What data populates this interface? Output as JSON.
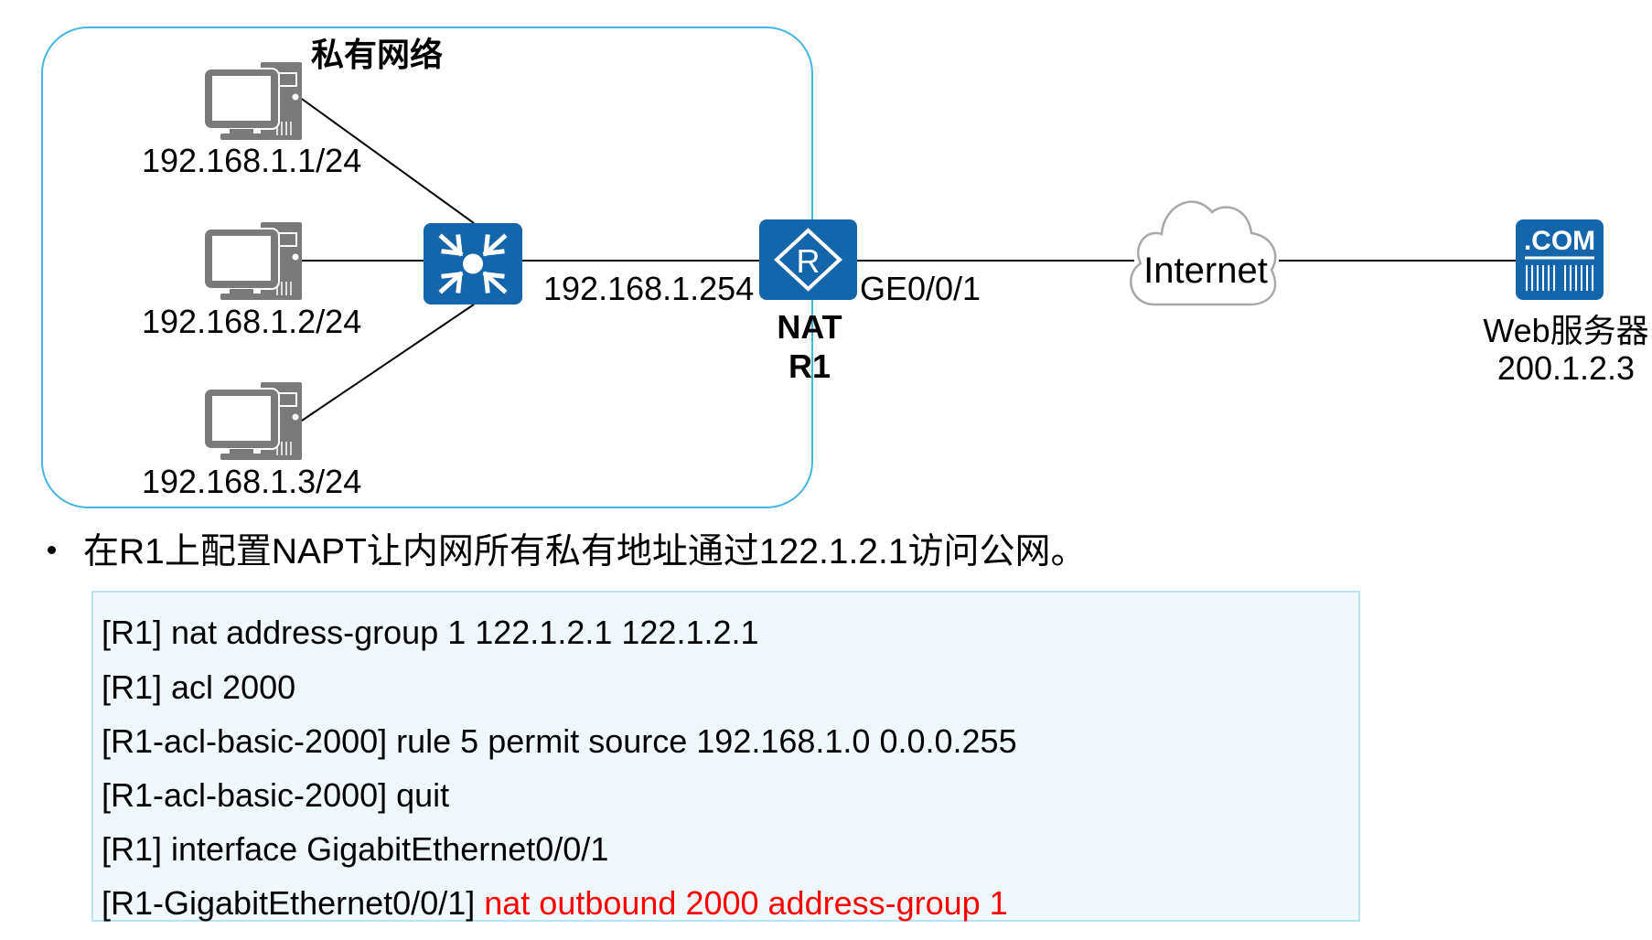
{
  "colors": {
    "device_blue": "#1565ab",
    "pc_gray": "#7a7a7a",
    "boundary_blue": "#45b5e3",
    "cloud_gray": "#a8a8a8",
    "code_bg": "#f1f8fc",
    "code_border": "#b8e2f4",
    "highlight_red": "#ff0000"
  },
  "private_network": {
    "title": "私有网络",
    "hosts": [
      {
        "ip": "192.168.1.1/24",
        "icon": "pc-icon"
      },
      {
        "ip": "192.168.1.2/24",
        "icon": "pc-icon"
      },
      {
        "ip": "192.168.1.3/24",
        "icon": "pc-icon"
      }
    ],
    "switch_icon": "switch-icon"
  },
  "router": {
    "inside_ip": "192.168.1.254",
    "outside_interface": "GE0/0/1",
    "role": "NAT",
    "name": "R1",
    "icon_letter": "R"
  },
  "internet": {
    "label": "Internet",
    "icon": "cloud-icon"
  },
  "web_server": {
    "icon_text": ".COM",
    "label": "Web服务器",
    "ip": "200.1.2.3"
  },
  "bullet": "在R1上配置NAPT让内网所有私有地址通过122.1.2.1访问公网。",
  "config": {
    "lines": [
      {
        "prompt": "[R1]",
        "cmd": " nat address-group 1 122.1.2.1 122.1.2.1",
        "highlight": ""
      },
      {
        "prompt": "[R1]",
        "cmd": " acl 2000",
        "highlight": ""
      },
      {
        "prompt": "[R1-acl-basic-2000]",
        "cmd": " rule 5 permit source 192.168.1.0 0.0.0.255",
        "highlight": ""
      },
      {
        "prompt": "[R1-acl-basic-2000]",
        "cmd": " quit",
        "highlight": ""
      },
      {
        "prompt": "[R1]",
        "cmd": " interface GigabitEthernet0/0/1",
        "highlight": ""
      },
      {
        "prompt": "[R1-GigabitEthernet0/0/1]",
        "cmd": " ",
        "highlight": "nat outbound 2000 address-group 1"
      }
    ]
  }
}
